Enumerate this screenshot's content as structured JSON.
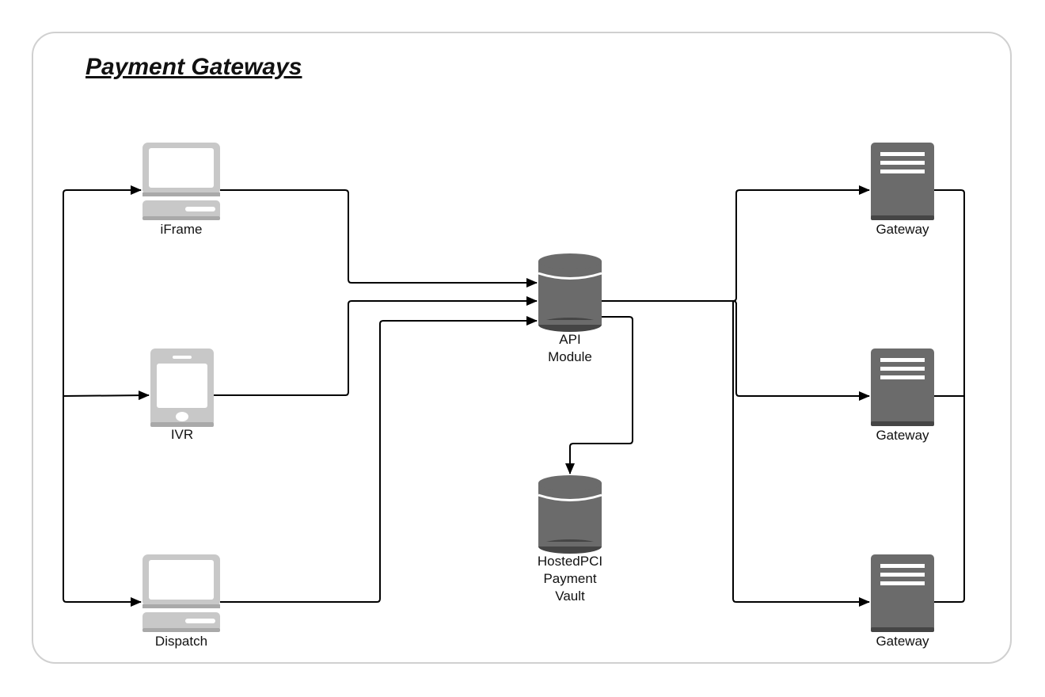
{
  "title": "Payment Gateways",
  "colors": {
    "icon_light": "#c8c8c8",
    "icon_light_dark": "#a9a9a9",
    "icon_dark": "#6b6b6b",
    "icon_dark_shadow": "#454545",
    "line": "#000000",
    "frame_border": "#d0d0d0"
  },
  "nodes": {
    "iframe": {
      "label": "iFrame",
      "icon": "desktop-computer-icon"
    },
    "ivr": {
      "label": "IVR",
      "icon": "mobile-phone-icon"
    },
    "dispatch": {
      "label": "Dispatch",
      "icon": "desktop-computer-icon"
    },
    "api_module": {
      "label_lines": [
        "API",
        "Module"
      ],
      "icon": "database-icon"
    },
    "vault": {
      "label_lines": [
        "HostedPCI",
        "Payment",
        "Vault"
      ],
      "icon": "database-icon"
    },
    "gateways": [
      {
        "label": "Gateway",
        "icon": "server-icon"
      },
      {
        "label": "Gateway",
        "icon": "server-icon"
      },
      {
        "label": "Gateway",
        "icon": "server-icon"
      }
    ]
  }
}
